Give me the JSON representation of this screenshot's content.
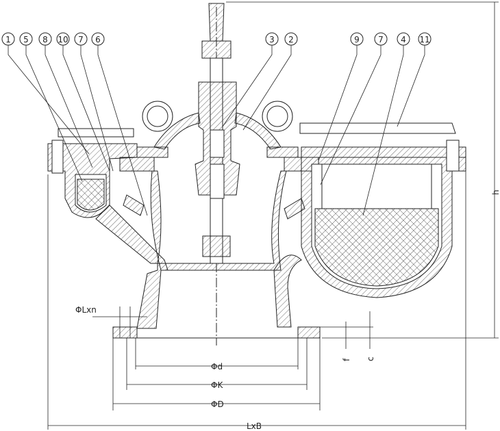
{
  "callouts": [
    {
      "label": "1"
    },
    {
      "label": "5"
    },
    {
      "label": "8"
    },
    {
      "label": "10"
    },
    {
      "label": "7"
    },
    {
      "label": "6"
    },
    {
      "label": "3"
    },
    {
      "label": "2"
    },
    {
      "label": "9"
    },
    {
      "label": "7"
    },
    {
      "label": "4"
    },
    {
      "label": "11"
    }
  ],
  "dimensions": {
    "bolt_holes": "ΦLxn",
    "inner_diameter": "Φd",
    "bolt_circle": "ΦK",
    "outer_diameter": "ΦD",
    "overall": "LxB",
    "height": "h",
    "flange_f": "f",
    "flange_c": "c"
  },
  "colors": {
    "line": "#222222",
    "hatch": "#444444"
  }
}
